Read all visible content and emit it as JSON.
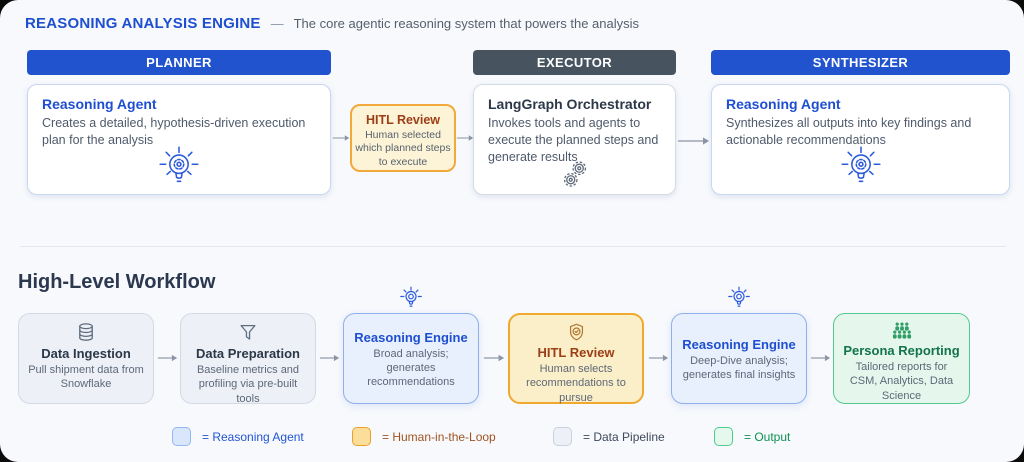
{
  "header": {
    "title": "REASONING ANALYSIS ENGINE",
    "dash": "—",
    "subtitle": "The core agentic reasoning system that powers the analysis"
  },
  "engine": {
    "planner": {
      "header": "PLANNER",
      "card_title": "Reasoning Agent",
      "card_desc": "Creates a detailed, hypothesis-driven execution plan for the analysis"
    },
    "hitl": {
      "title": "HITL Review",
      "desc": "Human selected which planned steps to execute"
    },
    "executor": {
      "header": "EXECUTOR",
      "card_title": "LangGraph Orchestrator",
      "card_desc": "Invokes tools and agents to execute the planned steps and generate results"
    },
    "synthesizer": {
      "header": "SYNTHESIZER",
      "card_title": "Reasoning Agent",
      "card_desc": "Synthesizes all outputs into key findings and actionable recommendations"
    }
  },
  "workflow": {
    "title": "High-Level Workflow",
    "steps": [
      {
        "title": "Data Ingestion",
        "desc": "Pull shipment data from Snowflake",
        "type": "pipeline",
        "icon": "database-icon"
      },
      {
        "title": "Data Preparation",
        "desc": "Baseline metrics and profiling via pre-built tools",
        "type": "pipeline",
        "icon": "funnel-icon"
      },
      {
        "title": "Reasoning Engine",
        "desc": "Broad analysis; generates recommendations",
        "type": "agent",
        "icon": "lightbulb-icon"
      },
      {
        "title": "HITL Review",
        "desc": "Human selects recommendations to pursue",
        "type": "hitl",
        "icon": "shield-check-icon"
      },
      {
        "title": "Reasoning Engine",
        "desc": "Deep-Dive analysis; generates final insights",
        "type": "agent",
        "icon": "lightbulb-icon"
      },
      {
        "title": "Persona Reporting",
        "desc": "Tailored reports for CSM, Analytics, Data Science",
        "type": "output",
        "icon": "people-icon"
      }
    ]
  },
  "legend": [
    {
      "label": "= Reasoning Agent",
      "type": "agent"
    },
    {
      "label": "= Human-in-the-Loop",
      "type": "hitl"
    },
    {
      "label": "= Data Pipeline",
      "type": "pipeline"
    },
    {
      "label": "= Output",
      "type": "output"
    }
  ],
  "colors": {
    "accent_blue": "#2253CE",
    "slate_header": "#47545F",
    "hitl_border": "#F2A93B",
    "hitl_bg": "#FDF3D6",
    "agent_box_bg": "#E9F0FD",
    "agent_box_border": "#8FB0EC",
    "output_box_bg": "#E5F7EC",
    "output_box_border": "#54C98E",
    "page_bg": "#F7F9FC"
  }
}
